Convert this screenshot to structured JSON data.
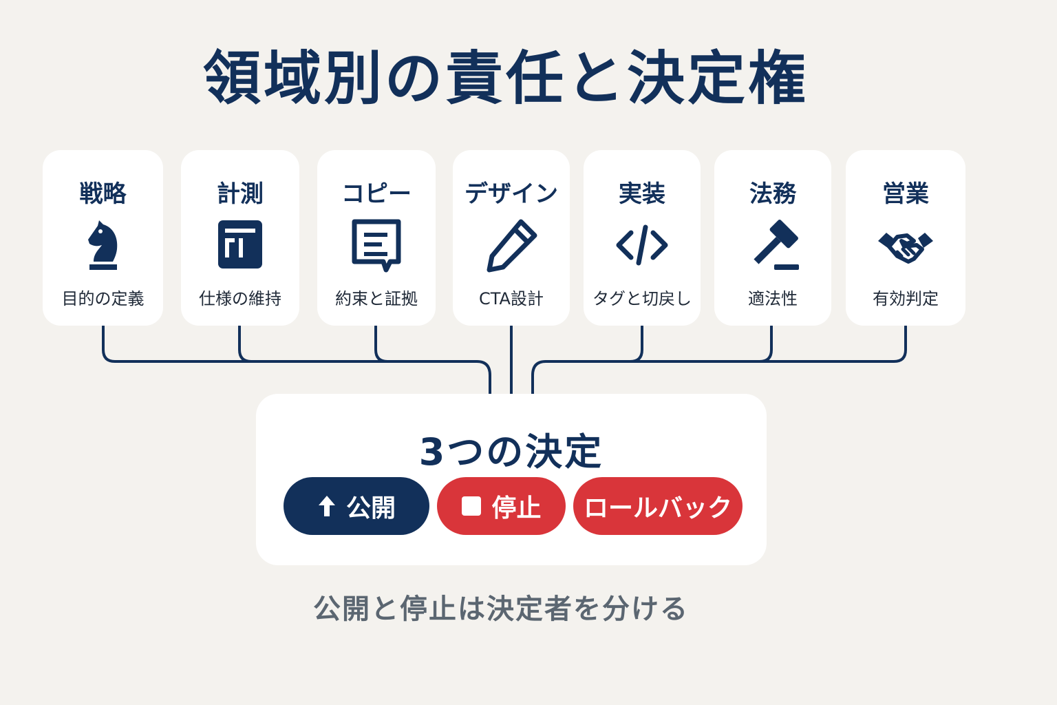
{
  "title": "領域別の責任と決定権",
  "domains": [
    {
      "name": "戦略",
      "icon": "chess-knight-icon",
      "responsibility": "目的の定義"
    },
    {
      "name": "計測",
      "icon": "chart-panel-icon",
      "responsibility": "仕様の維持"
    },
    {
      "name": "コピー",
      "icon": "text-document-icon",
      "responsibility": "約束と証拠"
    },
    {
      "name": "デザイン",
      "icon": "pencil-icon",
      "responsibility": "CTA設計"
    },
    {
      "name": "実装",
      "icon": "code-icon",
      "responsibility": "タグと切戻し"
    },
    {
      "name": "法務",
      "icon": "gavel-icon",
      "responsibility": "適法性"
    },
    {
      "name": "営業",
      "icon": "handshake-icon",
      "responsibility": "有効判定"
    }
  ],
  "decisions": {
    "title": "3つの決定",
    "buttons": [
      {
        "label": "公開",
        "icon": "arrow-up-icon"
      },
      {
        "label": "停止",
        "icon": "stop-square-icon"
      },
      {
        "label": "ロールバック",
        "icon": ""
      }
    ]
  },
  "footer": "公開と停止は決定者を分ける",
  "colors": {
    "navy": "#12305a",
    "red": "#d9353a",
    "background": "#f4f2ee",
    "card": "#ffffff",
    "note": "#5b6671"
  }
}
